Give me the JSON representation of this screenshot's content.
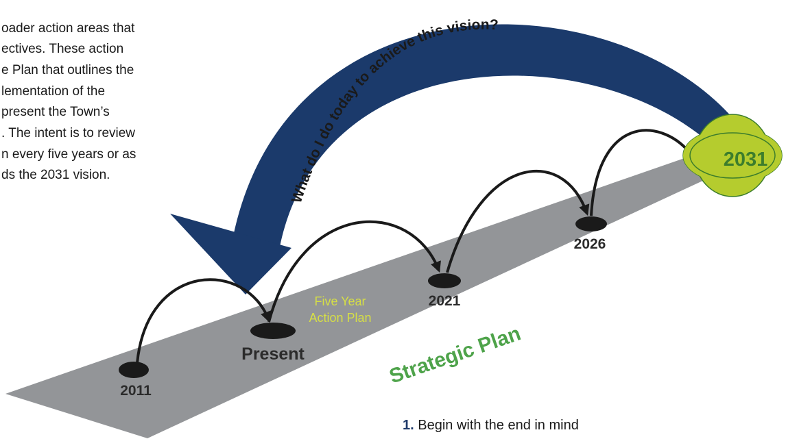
{
  "paragraph": {
    "lines": [
      "oader action areas that",
      "ectives. These action",
      "e Plan that outlines the",
      "lementation of the",
      "present the Town’s",
      ". The intent is to review",
      "n every five years or as",
      "ds the 2031 vision."
    ]
  },
  "diagram": {
    "arc_question": "What do I do today to achieve this vision?",
    "milestones": {
      "start": "2011",
      "present": "Present",
      "mid1": "2021",
      "mid2": "2026",
      "goal": "2031"
    },
    "five_year_label_line1": "Five Year",
    "five_year_label_line2": "Action Plan",
    "road_label": "Strategic Plan",
    "colors": {
      "road": "#939598",
      "arrow": "#1b3a6b",
      "goal_fill": "#b5cc2e",
      "goal_text": "#3c7d2c",
      "road_label": "#4ea34a",
      "five_year": "#d6df45",
      "dots": "#1a1a1a"
    }
  },
  "footnote": {
    "number": "1.",
    "text": "Begin with the end in mind"
  }
}
